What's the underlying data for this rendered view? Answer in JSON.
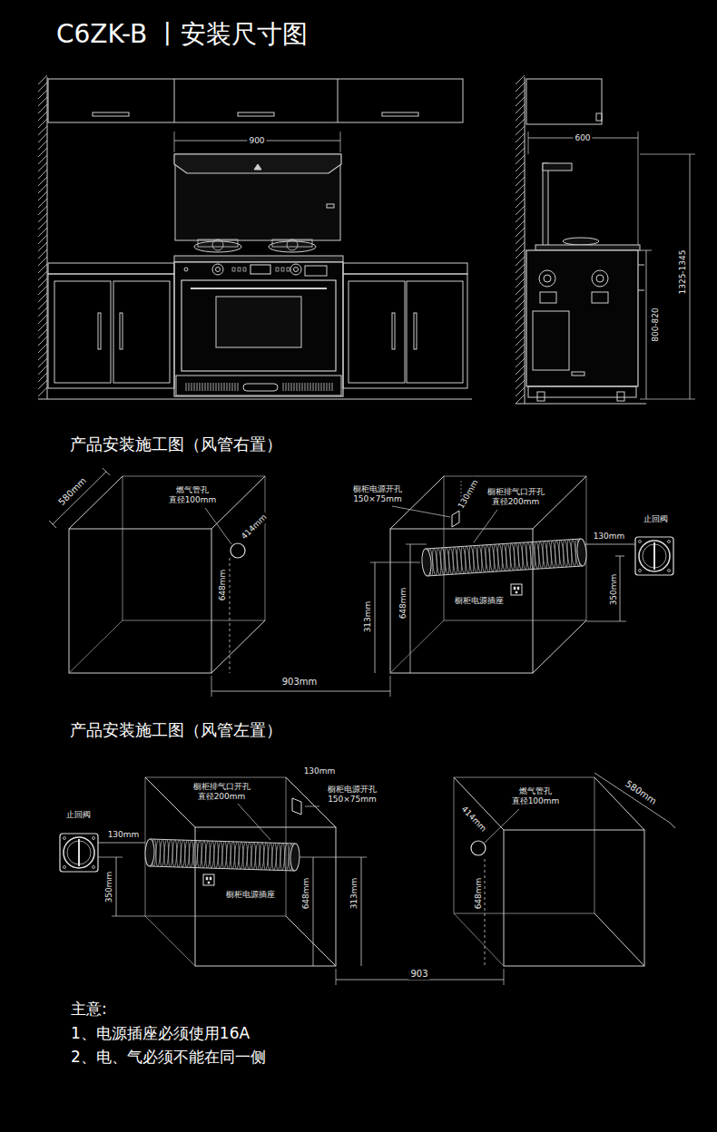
{
  "diagram": {
    "title": "C6ZK-B 丨安装尺寸图",
    "labels": [
      "900",
      "600",
      "1325-1345",
      "800-820",
      "产品安装施工图（风管右置）",
      "580mm",
      "燃气管孔 直径100mm",
      "414mm",
      "648mm",
      "橱柜电源开孔 150×75mm",
      "130mm",
      "橱柜排气口开孔 直径200mm",
      "313mm",
      "648mm",
      "橱柜电源插座",
      "130mm",
      "止回阀",
      "350mm",
      "903mm",
      "产品安装施工图（风管左置）",
      "止回阀",
      "130mm",
      "350mm",
      "橱柜排气口开孔 直径200mm",
      "130mm",
      "橱柜电源开孔 150×75mm",
      "橱柜电源插座",
      "648mm",
      "313mm",
      "燃气管孔 直径100mm",
      "414mm",
      "580mm",
      "648mm",
      "903",
      "主意:",
      "1、电源插座必须使用16A",
      "2、电、气必须不能在同一侧"
    ]
  }
}
